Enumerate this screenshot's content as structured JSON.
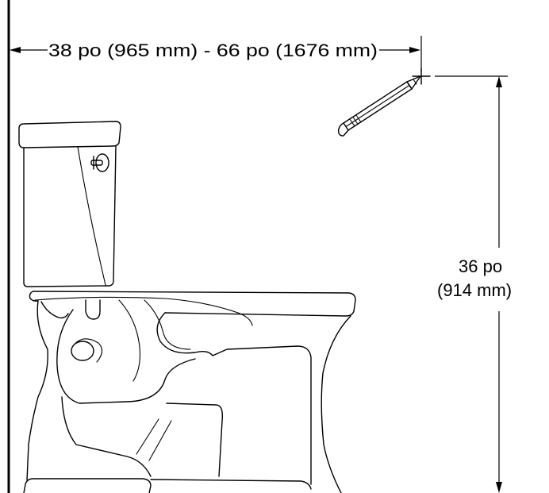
{
  "diagram": {
    "horizontal_dimension": {
      "text": "38 po (965 mm) - 66 po (1676 mm)"
    },
    "vertical_dimension": {
      "line1": "36 po",
      "line2": "(914 mm)"
    },
    "icons": {
      "pencil": "pencil-icon",
      "crosshair": "crosshair-mark-icon",
      "toilet": "toilet-illustration",
      "wall": "wall-line"
    },
    "colors": {
      "ink": "#000000",
      "background": "#ffffff"
    }
  }
}
